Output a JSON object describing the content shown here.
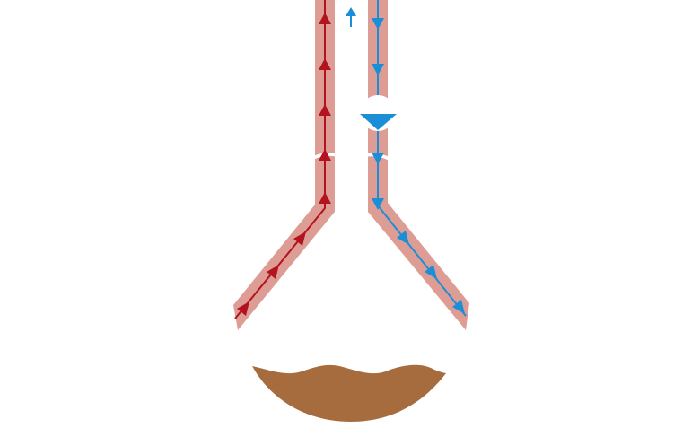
{
  "diagram": {
    "colors": {
      "background": "#ffffff",
      "channel": "#dd9d95",
      "left_line": "#b3121f",
      "right_line": "#1a8fd8",
      "valve": "#1a8fd8",
      "valve_backing": "#ffffff",
      "soil": "#a76c3e"
    },
    "elements": [
      "left-channel",
      "right-channel",
      "left-flow-line",
      "right-flow-line",
      "left-arrow-markers",
      "right-arrow-markers",
      "flow-direction-arrow-icon",
      "valve-triangle-icon",
      "break-marks",
      "soil-blob"
    ]
  }
}
